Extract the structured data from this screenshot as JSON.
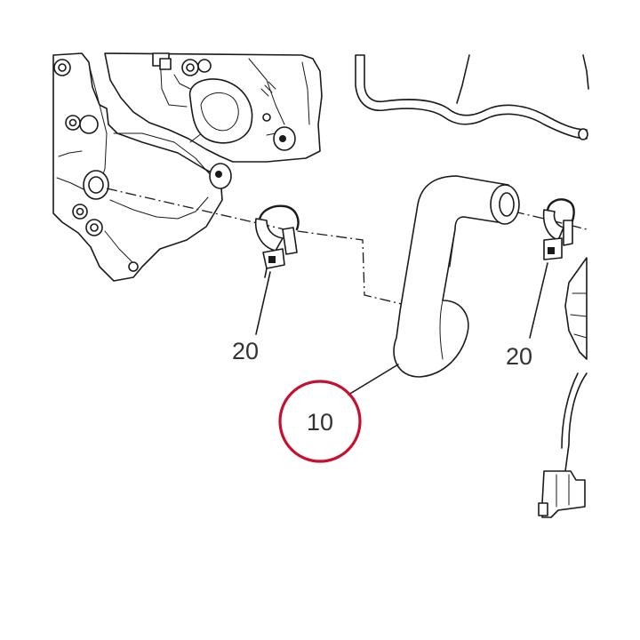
{
  "callouts": [
    {
      "id": "clamp-left",
      "number": "20"
    },
    {
      "id": "clamp-right",
      "number": "20"
    },
    {
      "id": "hose",
      "number": "10"
    }
  ],
  "highlight": {
    "target": "hose",
    "color": "#c8102e"
  },
  "line_color": "#1a1a1a"
}
